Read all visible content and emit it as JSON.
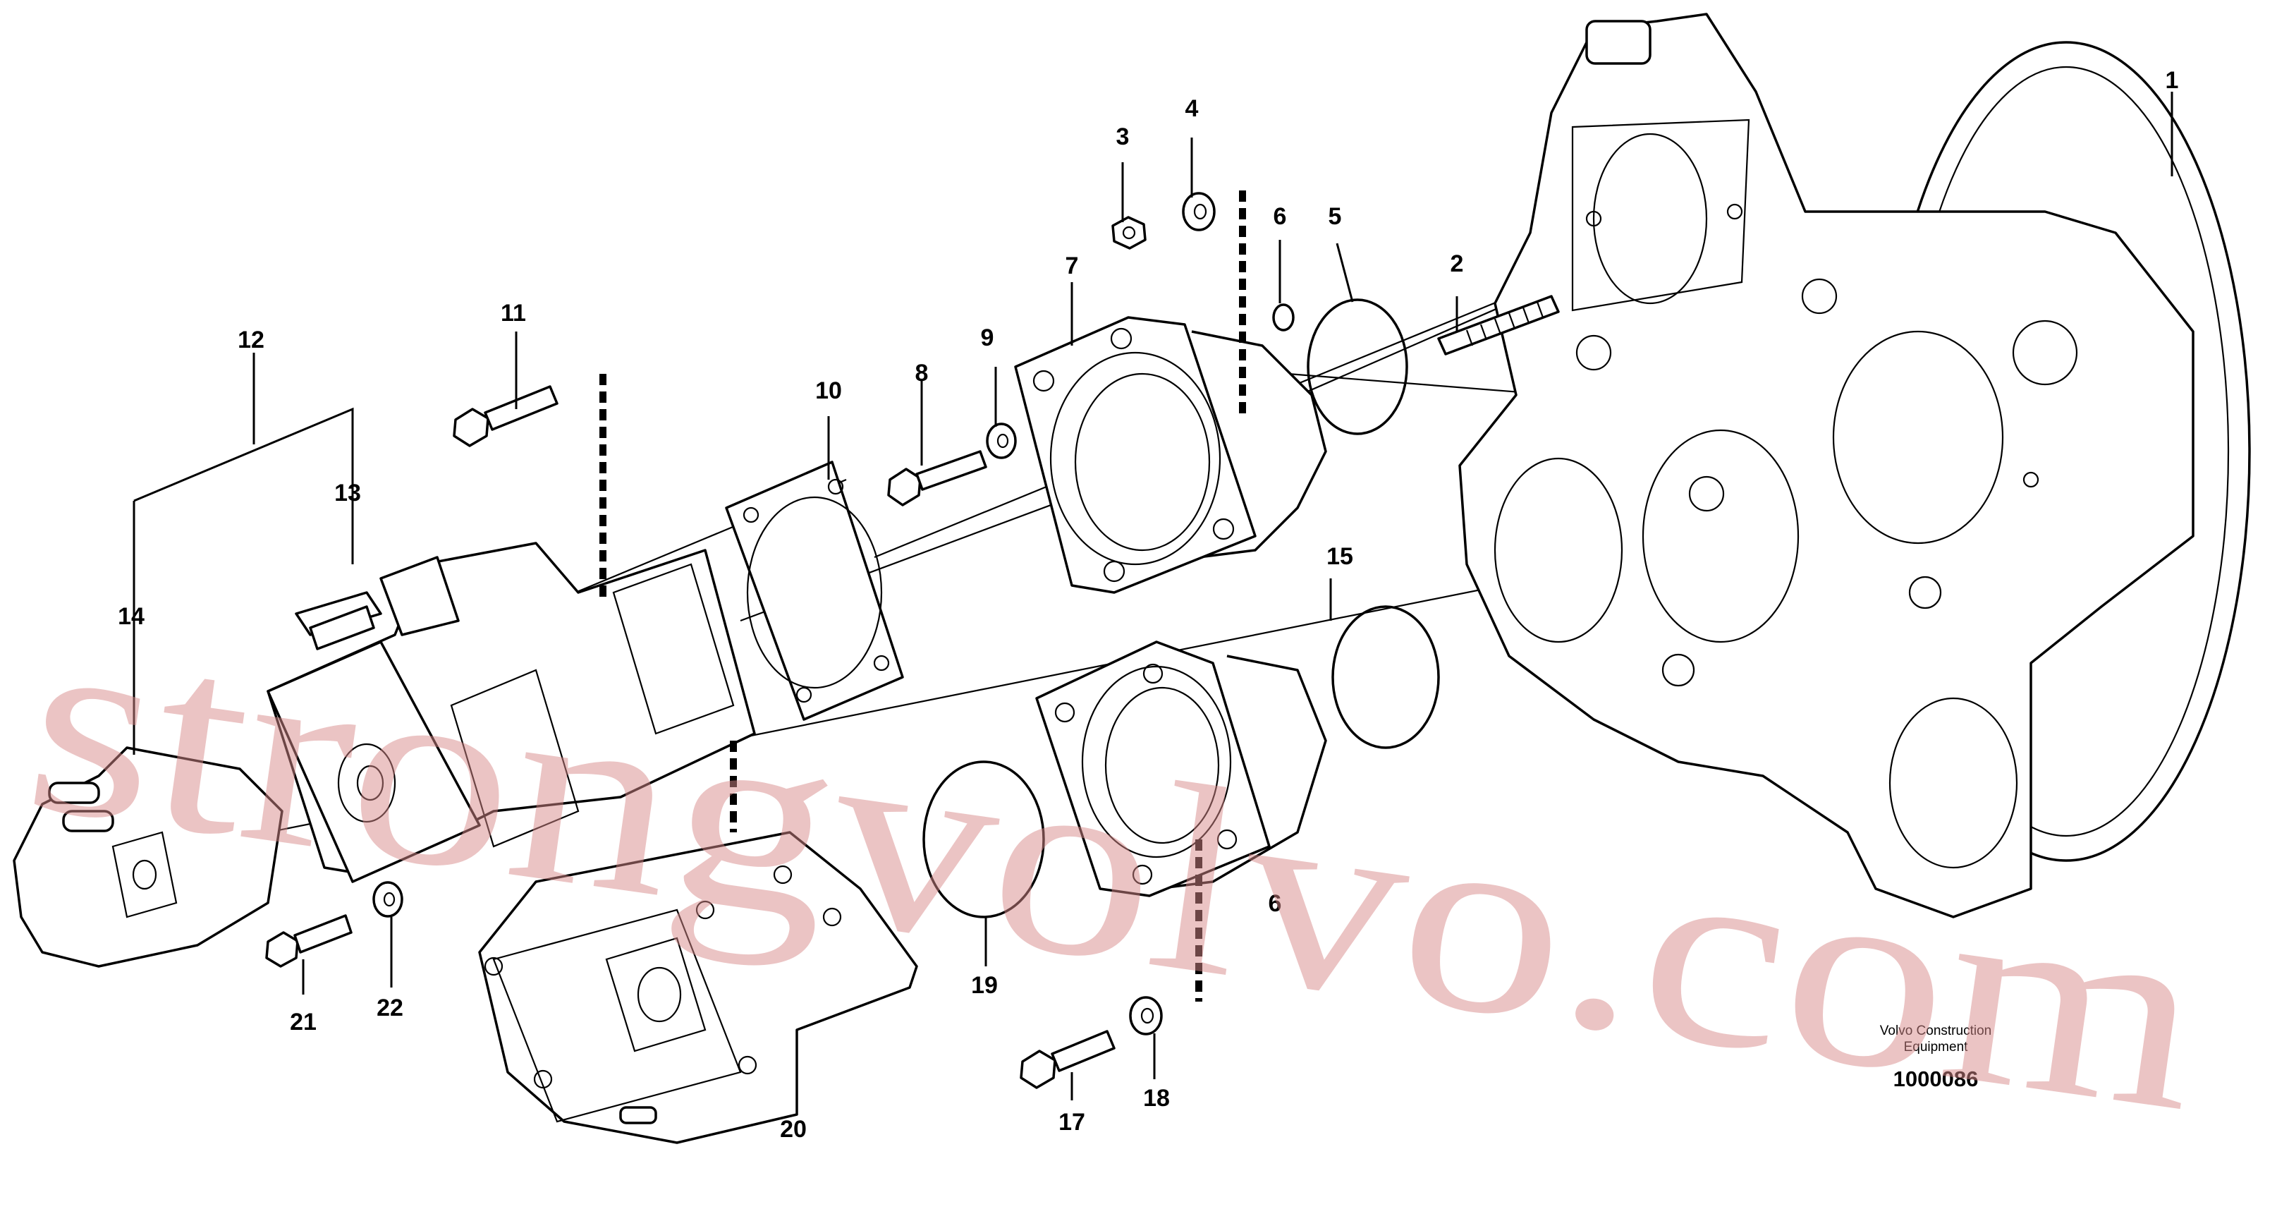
{
  "diagram": {
    "callouts": {
      "c1": "1",
      "c2": "2",
      "c3": "3",
      "c4": "4",
      "c5": "5",
      "c6a": "6",
      "c6b": "6",
      "c7": "7",
      "c8": "8",
      "c9": "9",
      "c10": "10",
      "c11": "11",
      "c12": "12",
      "c13": "13",
      "c14": "14",
      "c15": "15",
      "c17": "17",
      "c18": "18",
      "c19": "19",
      "c20": "20",
      "c21": "21",
      "c22": "22"
    },
    "brand_line1": "Volvo Construction",
    "brand_line2": "Equipment",
    "document_number": "1000086",
    "watermark": "strongvolvo.com",
    "colors": {
      "line": "#000000",
      "background": "#ffffff",
      "watermark": "#d88a8a"
    }
  }
}
